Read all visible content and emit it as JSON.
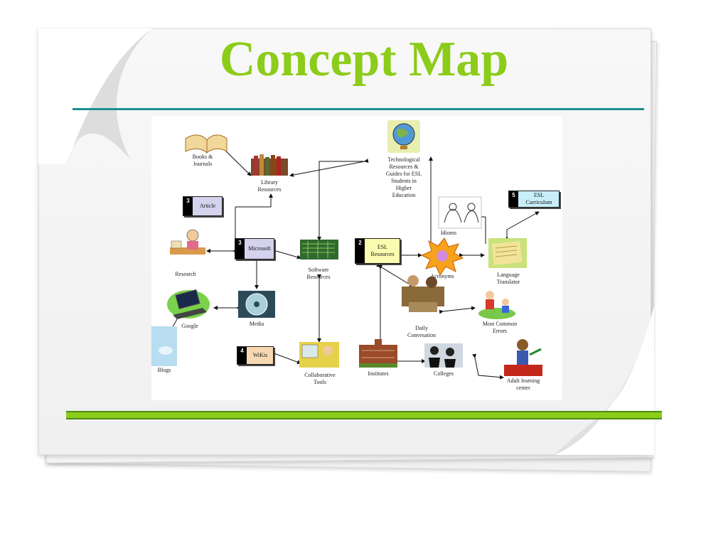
{
  "title": "Concept Map",
  "colors": {
    "title": "#8ccc1a",
    "rule_top": "#1b8f90",
    "rule_bottom": "#8ccc1a"
  },
  "nodes": {
    "tech_resources": "Technological\nResources &\nGuides for ESL\nStudents in\nHigher\nEducation",
    "books": "Books &\nJournals",
    "library": "Library\nResources",
    "article": {
      "num": "3",
      "label": "Article"
    },
    "microsoft": {
      "num": "3",
      "label": "Microsoft"
    },
    "research": "Research",
    "software": "Software\nResources",
    "esl_resources": {
      "num": "2",
      "label": "ESL\nResources"
    },
    "esl_curriculum": {
      "num": "5",
      "label": "ESL\nCurriculum"
    },
    "idioms": "Idioms",
    "acronyms": "Acronyms",
    "language_translator": "Language\nTranslator",
    "google": "Google",
    "media": "Media",
    "blogs": "Blogs",
    "daily_conversation": "Daily\nConvesation",
    "most_common_errors": "Most Common\nErrors",
    "wikis": {
      "num": "4",
      "label": "WiKis"
    },
    "collaborative_tools": "Collaborative\nTools",
    "institutes": "Institutes",
    "colleges": "Colleges",
    "adult_learning_center": "Adult learning\ncenter"
  }
}
